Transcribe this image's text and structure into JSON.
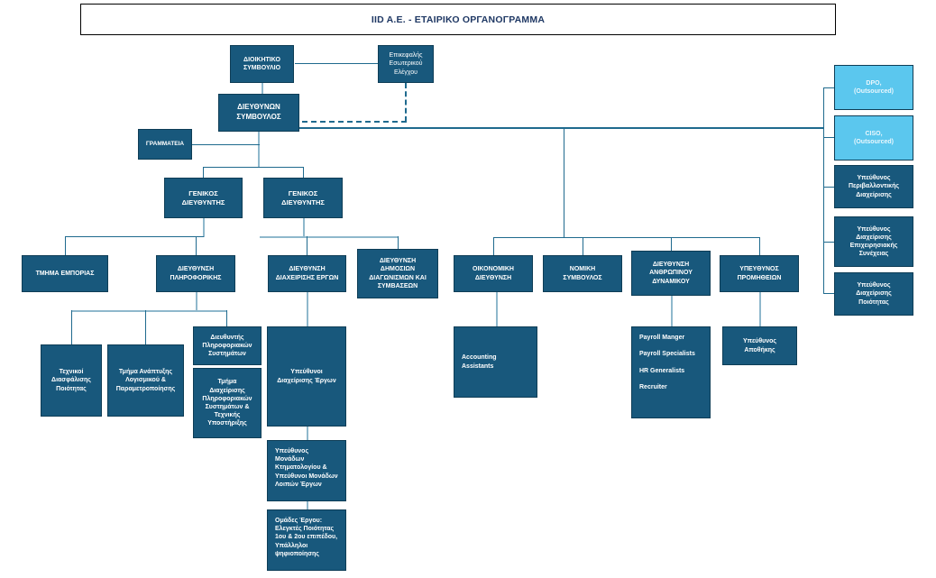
{
  "header": {
    "title": "IID A.E. - ΕΤΑΙΡΙΚΟ ΟΡΓΑΝΟΓΡΑΜΜΑ",
    "title_color": "#1F3864"
  },
  "palette": {
    "dark_box": "#18587C",
    "light_box": "#5BC7EE",
    "border": "#0E3D56",
    "connector": "#1F6A8E",
    "connector_pale": "#8FB8CC",
    "box_text": "#FFFFFF"
  },
  "nodes": {
    "board": {
      "label": "ΔΙΟΙΚΗΤΙΚΟ\nΣΥΜΒΟΥΛΙΟ",
      "style": "dark"
    },
    "internal_audit": {
      "label": "Επικεφαλής\nΕσωτερικού\nΕλέγχου",
      "style": "dark"
    },
    "ceo": {
      "label": "ΔΙΕΥΘΥΝΩΝ\nΣΥΜΒΟΥΛΟΣ",
      "style": "dark"
    },
    "secretariat": {
      "label": "ΓΡΑΜΜΑΤΕΙΑ",
      "style": "dark"
    },
    "gen_dir_1": {
      "label": "ΓΕΝΙΚΟΣ\nΔΙΕΥΘΥΝΤΗΣ",
      "style": "dark"
    },
    "gen_dir_2": {
      "label": "ΓΕΝΙΚΟΣ\nΔΙΕΥΘΥΝΤΗΣ",
      "style": "dark"
    },
    "sales_dept": {
      "label": "ΤΜΗΜΑ ΕΜΠΟΡΙΑΣ",
      "style": "dark"
    },
    "it_dir": {
      "label": "ΔΙΕΥΘΥΝΣΗ\nΠΛΗΡΟΦΟΡΙΚΗΣ",
      "style": "dark"
    },
    "project_dir": {
      "label": "ΔΙΕΥΘΥΝΣΗ\nΔΙΑΧΕΙΡΙΣΗΣ ΕΡΓΩΝ",
      "style": "dark"
    },
    "tenders_dir": {
      "label": "ΔΙΕΥΘΥΝΣΗ\nΔΗΜΟΣΙΩΝ\nΔΙΑΓΩΝΙΣΜΩΝ ΚΑΙ\nΣΥΜΒΑΣΕΩΝ",
      "style": "dark"
    },
    "finance_dir": {
      "label": "ΟΙΚΟΝΟΜΙΚΗ\nΔΙΕΥΘΥΝΣΗ",
      "style": "dark"
    },
    "legal_counsel": {
      "label": "ΝΟΜΙΚΗ\nΣΥΜΒΟΥΛΟΣ",
      "style": "dark"
    },
    "hr_dir": {
      "label": "ΔΙΕΥΘΥΝΣΗ\nΑΝΘΡΩΠΙΝΟΥ\nΔΥΝΑΜΙΚΟΥ",
      "style": "dark"
    },
    "procurement": {
      "label": "ΥΠΕΥΘΥΝΟΣ\nΠΡΟΜΗΘΕΙΩΝ",
      "style": "dark"
    },
    "qa_technicians": {
      "label": "Τεχνικοί\nΔιασφάλισης\nΠοιότητας",
      "style": "dark"
    },
    "software_dev": {
      "label": "Τμήμα Ανάπτυξης\nΛογισμικού &\nΠαραμετροποίησης",
      "style": "dark"
    },
    "is_director": {
      "label": "Διευθυντής\nΠληροφοριακών\nΣυστημάτων",
      "style": "dark"
    },
    "is_support": {
      "label": "Τμήμα\nΔιαχείρισης\nΠληροφοριακών\nΣυστημάτων  &\nΤεχνικής\nΥποστήριξης",
      "style": "dark"
    },
    "project_managers": {
      "label": "Υπεύθυνοι\nΔιαχείρισης Έργων",
      "style": "dark"
    },
    "unit_managers": {
      "label": "Υπεύθυνος\nΜονάδων\nΚτηματολογίου &\nΥπεύθυνοι Μονάδων\nΛοιπών Έργων",
      "style": "dark"
    },
    "project_teams": {
      "label": "Ομάδες Έργου:\nΕλεγκτές Ποιότητας\n1ου & 2ου επιπέδου,\nΥπάλληλοι\nψηφιοποίησης",
      "style": "dark"
    },
    "accounting_assistants": {
      "label": "Accounting\nAssistants",
      "style": "dark"
    },
    "hr_staff": {
      "label": "Payroll Manger\n\nPayroll Specialists\n\nHR Generalists\n\nRecruiter",
      "style": "dark"
    },
    "warehouse": {
      "label": "Υπεύθυνος\nΑποθήκης",
      "style": "dark"
    },
    "dpo": {
      "label": "DPO,\n(Outsourced)",
      "style": "light"
    },
    "ciso": {
      "label": "CISO,\n(Outsourced)",
      "style": "light"
    },
    "env_manager": {
      "label": "Υπεύθυνος\nΠεριβαλλοντικής\nΔιαχείρισης",
      "style": "dark"
    },
    "continuity_manager": {
      "label": "Υπεύθυνος\nΔιαχείρισης\nΕπιχειρησιακής\nΣυνέχειας",
      "style": "dark"
    },
    "quality_manager": {
      "label": "Υπεύθυνος\nΔιαχείρισης\nΠοιότητας",
      "style": "dark"
    }
  }
}
